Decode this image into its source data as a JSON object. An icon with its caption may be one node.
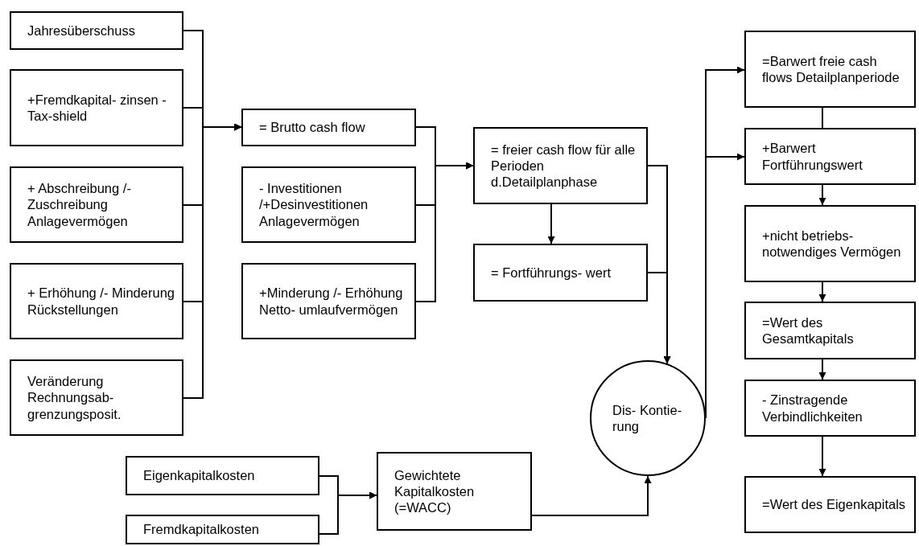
{
  "diagram": {
    "nodes": [
      {
        "text": [
          "Jahresüberschuss"
        ]
      },
      {
        "text": [
          "+Fremdkapital- zinsen -Tax-shield"
        ]
      },
      {
        "text": [
          "+ Abschreibung /-Zuschreibung Anlagevermögen"
        ]
      },
      {
        "text": [
          "+ Erhöhung /- Minderung Rückstellungen"
        ]
      },
      {
        "text": [
          "Veränderung Rechnungsab- grenzungsposit."
        ]
      },
      {
        "text": [
          "= Brutto cash flow"
        ]
      },
      {
        "text": [
          "- Investitionen /+Desinvestitionen Anlagevermögen"
        ]
      },
      {
        "text": [
          "+Minderung /- Erhöhung Netto- umlaufvermögen"
        ]
      },
      {
        "text": [
          "= freier cash flow für alle Perioden d.Detailplanphase"
        ]
      },
      {
        "text": [
          "= Fortführungs- wert"
        ]
      },
      {
        "text": [
          "Dis- Kontie- rung"
        ]
      },
      {
        "text": [
          "Eigenkapitalkosten"
        ]
      },
      {
        "text": [
          "Fremdkapitalkosten"
        ]
      },
      {
        "text": [
          "Gewichtete Kapitalkosten (=WACC)"
        ]
      },
      {
        "text": [
          "=Barwert freie cash flows Detailplanperiode"
        ]
      },
      {
        "text": [
          "+Barwert Fortführungswert"
        ]
      },
      {
        "text": [
          "+nicht betriebs- notwendiges Vermögen"
        ]
      },
      {
        "text": [
          "=Wert des Gesamtkapitals"
        ]
      },
      {
        "text": [
          "- Zinstragende Verbindlichkeiten"
        ]
      },
      {
        "text": [
          "=Wert des Eigenkapitals"
        ]
      }
    ],
    "edges": [
      {
        "from": 0,
        "to": 5,
        "arrow": "to"
      },
      {
        "from": 1,
        "to": 5,
        "arrow": "to"
      },
      {
        "from": 2,
        "to": 5,
        "arrow": "to"
      },
      {
        "from": 3,
        "to": 5,
        "arrow": "to"
      },
      {
        "from": 4,
        "to": 5,
        "arrow": "to"
      },
      {
        "from": 5,
        "to": 8,
        "arrow": "to"
      },
      {
        "from": 6,
        "to": 8,
        "arrow": "to"
      },
      {
        "from": 7,
        "to": 8,
        "arrow": "to"
      },
      {
        "from": 8,
        "to": 9,
        "arrow": "to"
      },
      {
        "from": 8,
        "to": 10,
        "arrow": "to"
      },
      {
        "from": 9,
        "to": 10,
        "arrow": "to"
      },
      {
        "from": 11,
        "to": 13,
        "arrow": "to"
      },
      {
        "from": 12,
        "to": 13,
        "arrow": "to"
      },
      {
        "from": 13,
        "to": 10,
        "arrow": "to"
      },
      {
        "from": 10,
        "to": 14,
        "arrow": "to"
      },
      {
        "from": 10,
        "to": 15,
        "arrow": "to"
      },
      {
        "from": 14,
        "to": 15,
        "arrow": "none"
      },
      {
        "from": 15,
        "to": 16,
        "arrow": "to"
      },
      {
        "from": 16,
        "to": 17,
        "arrow": "to"
      },
      {
        "from": 17,
        "to": 18,
        "arrow": "to"
      },
      {
        "from": 18,
        "to": 19,
        "arrow": "to"
      }
    ]
  }
}
